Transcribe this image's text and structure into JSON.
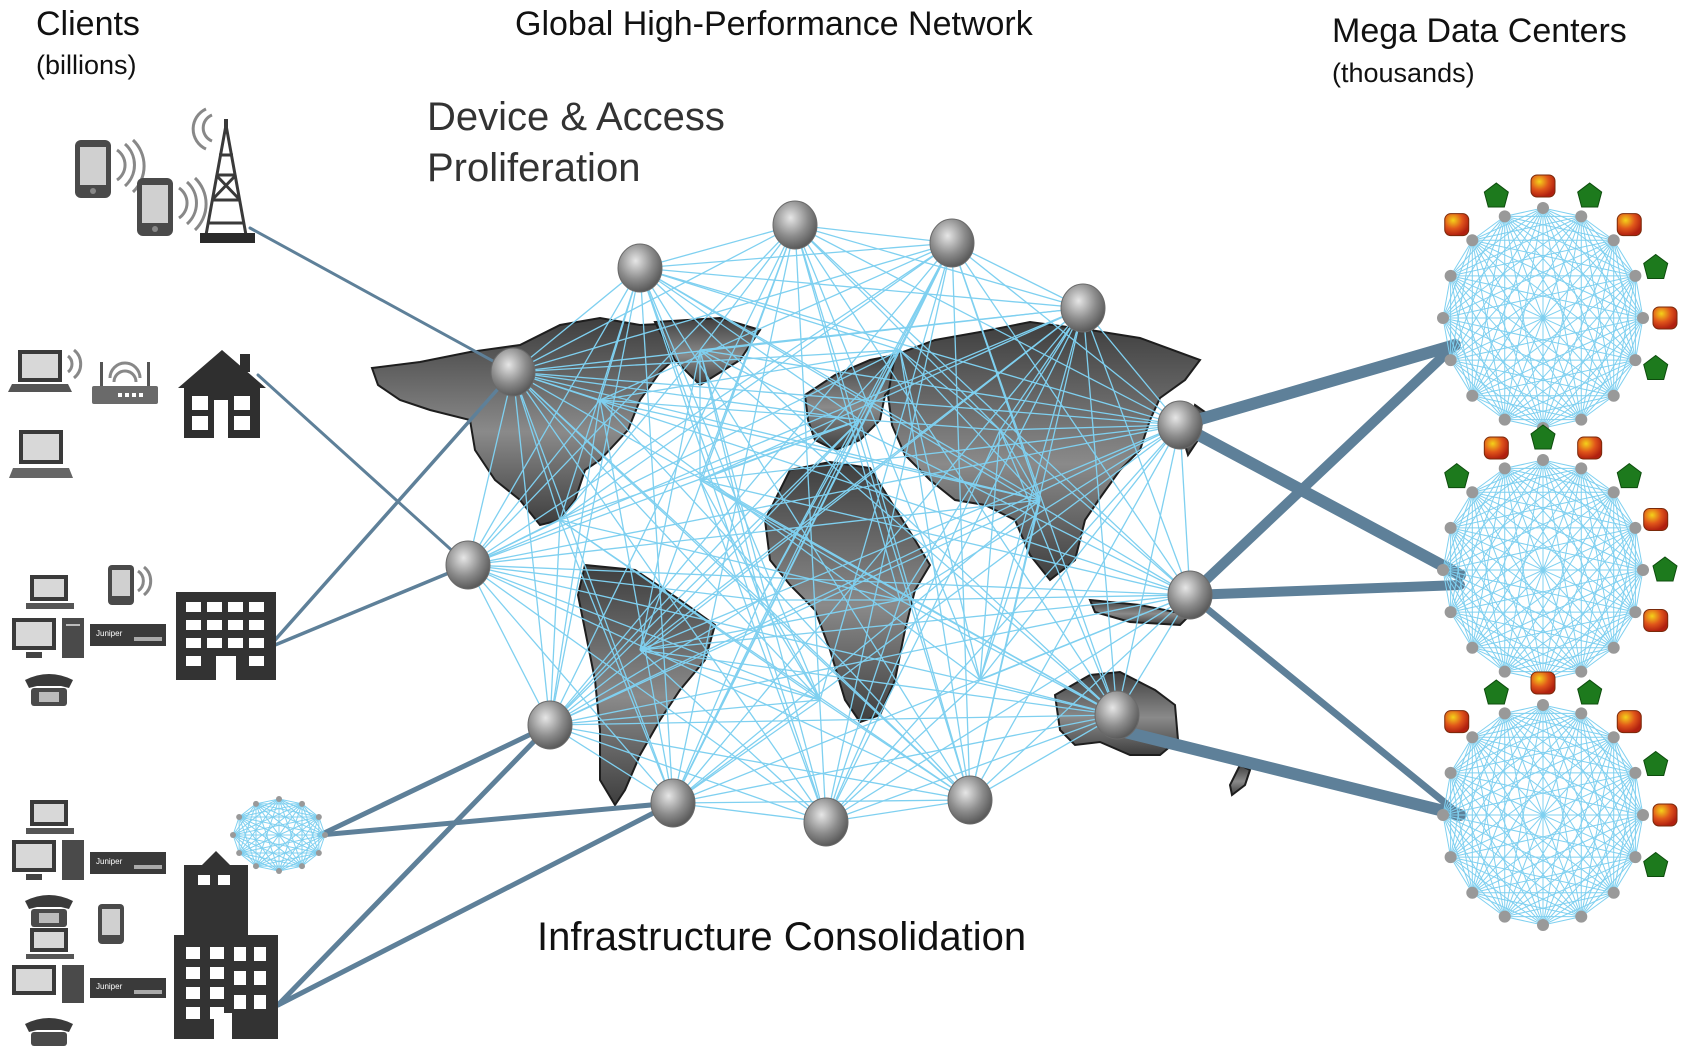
{
  "labels": {
    "clients_title": "Clients",
    "clients_sub": "(billions)",
    "network_title": "Global High-Performance Network",
    "dc_title": "Mega Data Centers",
    "dc_sub": "(thousands)",
    "proliferation_line1": "Device & Access",
    "proliferation_line2": "Proliferation",
    "consolidation": "Infrastructure Consolidation"
  },
  "device_text": {
    "router_brand": "Juniper"
  },
  "colors": {
    "mesh_line": "#7fd0f0",
    "trunk_line": "#5e8099",
    "land": "#5a5a5a",
    "node_gray": "#8c8c8c",
    "server_green": "#1d7a1d",
    "server_red": "#d83a1a",
    "building": "#3a3a3a"
  },
  "icons": [
    "phone-icon",
    "cell-tower-icon",
    "laptop-icon",
    "desktop-icon",
    "wifi-router-icon",
    "house-icon",
    "office-building-icon",
    "telephone-icon",
    "juniper-router-icon",
    "skyscraper-icon",
    "world-map",
    "network-node",
    "data-center-mesh",
    "server-icon"
  ]
}
